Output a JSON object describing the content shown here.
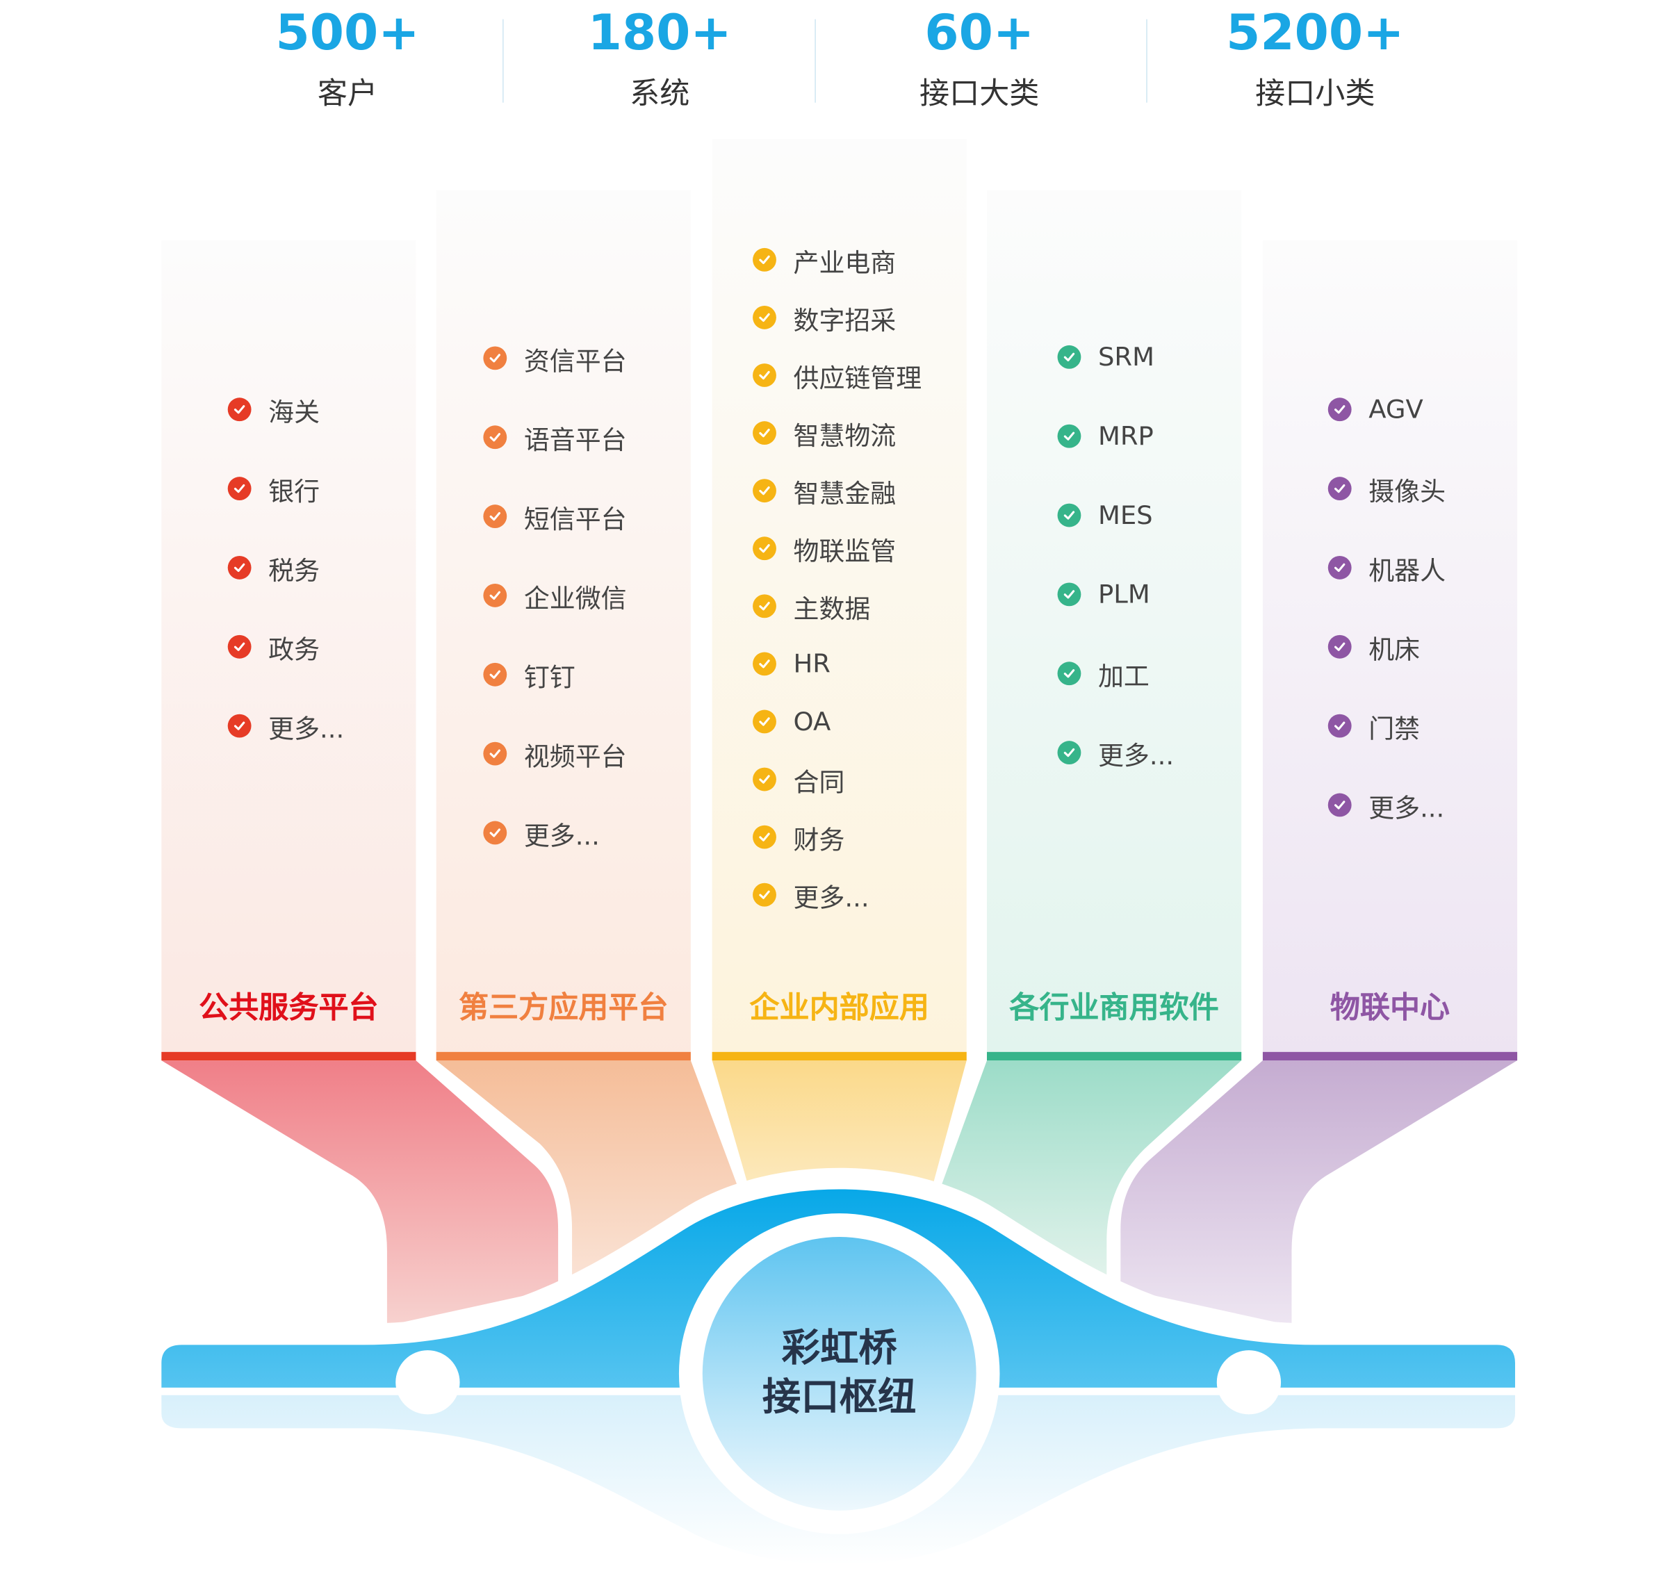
{
  "stats": [
    {
      "value": "500+",
      "label": "客户"
    },
    {
      "value": "180+",
      "label": "系统"
    },
    {
      "value": "60+",
      "label": "接口大类"
    },
    {
      "value": "5200+",
      "label": "接口小类"
    }
  ],
  "columns": [
    {
      "title": "公共服务平台",
      "color": "#e63b26",
      "title_color": "#e0101a",
      "items": [
        "海关",
        "银行",
        "税务",
        "政务",
        "更多..."
      ]
    },
    {
      "title": "第三方应用平台",
      "color": "#f08040",
      "title_color": "#f08040",
      "items": [
        "资信平台",
        "语音平台",
        "短信平台",
        "企业微信",
        "钉钉",
        "视频平台",
        "更多..."
      ]
    },
    {
      "title": "企业内部应用",
      "color": "#f6b414",
      "title_color": "#f6b414",
      "items": [
        "产业电商",
        "数字招采",
        "供应链管理",
        "智慧物流",
        "智慧金融",
        "物联监管",
        "主数据",
        "HR",
        "OA",
        "合同",
        "财务",
        "更多..."
      ]
    },
    {
      "title": "各行业商用软件",
      "color": "#36b48a",
      "title_color": "#36b48a",
      "items": [
        "SRM",
        "MRP",
        "MES",
        "PLM",
        "加工",
        "更多..."
      ]
    },
    {
      "title": "物联中心",
      "color": "#8e56a4",
      "title_color": "#8e56a4",
      "items": [
        "AGV",
        "摄像头",
        "机器人",
        "机床",
        "门禁",
        "更多..."
      ]
    }
  ],
  "hub": {
    "line1": "彩虹桥",
    "line2": "接口枢纽",
    "color": "#1aa6e4"
  }
}
